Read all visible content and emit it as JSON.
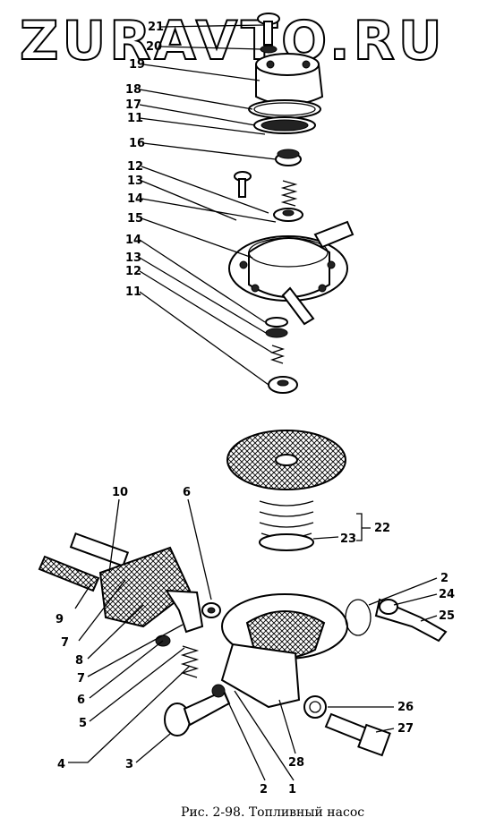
{
  "watermark": "ZURAVTO.RU",
  "caption": "Рис. 2-98. Топливный насос",
  "labels": [
    {
      "id": "21",
      "text": "21"
    },
    {
      "id": "20",
      "text": "20"
    },
    {
      "id": "19",
      "text": "19"
    },
    {
      "id": "18",
      "text": "18"
    },
    {
      "id": "17",
      "text": "17"
    },
    {
      "id": "11a",
      "text": "11"
    },
    {
      "id": "16",
      "text": "16"
    },
    {
      "id": "12a",
      "text": "12"
    },
    {
      "id": "13a",
      "text": "13"
    },
    {
      "id": "14a",
      "text": "14"
    },
    {
      "id": "15",
      "text": "15"
    },
    {
      "id": "14b",
      "text": "14"
    },
    {
      "id": "13b",
      "text": "13"
    },
    {
      "id": "12b",
      "text": "12"
    },
    {
      "id": "11b",
      "text": "11"
    },
    {
      "id": "23",
      "text": "23"
    },
    {
      "id": "22",
      "text": "22"
    },
    {
      "id": "10",
      "text": "10"
    },
    {
      "id": "6a",
      "text": "6"
    },
    {
      "id": "9",
      "text": "9"
    },
    {
      "id": "7a",
      "text": "7"
    },
    {
      "id": "8",
      "text": "8"
    },
    {
      "id": "7b",
      "text": "7"
    },
    {
      "id": "6b",
      "text": "6"
    },
    {
      "id": "5",
      "text": "5"
    },
    {
      "id": "4",
      "text": "4"
    },
    {
      "id": "3",
      "text": "3"
    },
    {
      "id": "2a",
      "text": "2"
    },
    {
      "id": "24",
      "text": "24"
    },
    {
      "id": "25",
      "text": "25"
    },
    {
      "id": "26",
      "text": "26"
    },
    {
      "id": "27",
      "text": "27"
    },
    {
      "id": "28",
      "text": "28"
    },
    {
      "id": "2b",
      "text": "2"
    },
    {
      "id": "1",
      "text": "1"
    }
  ]
}
